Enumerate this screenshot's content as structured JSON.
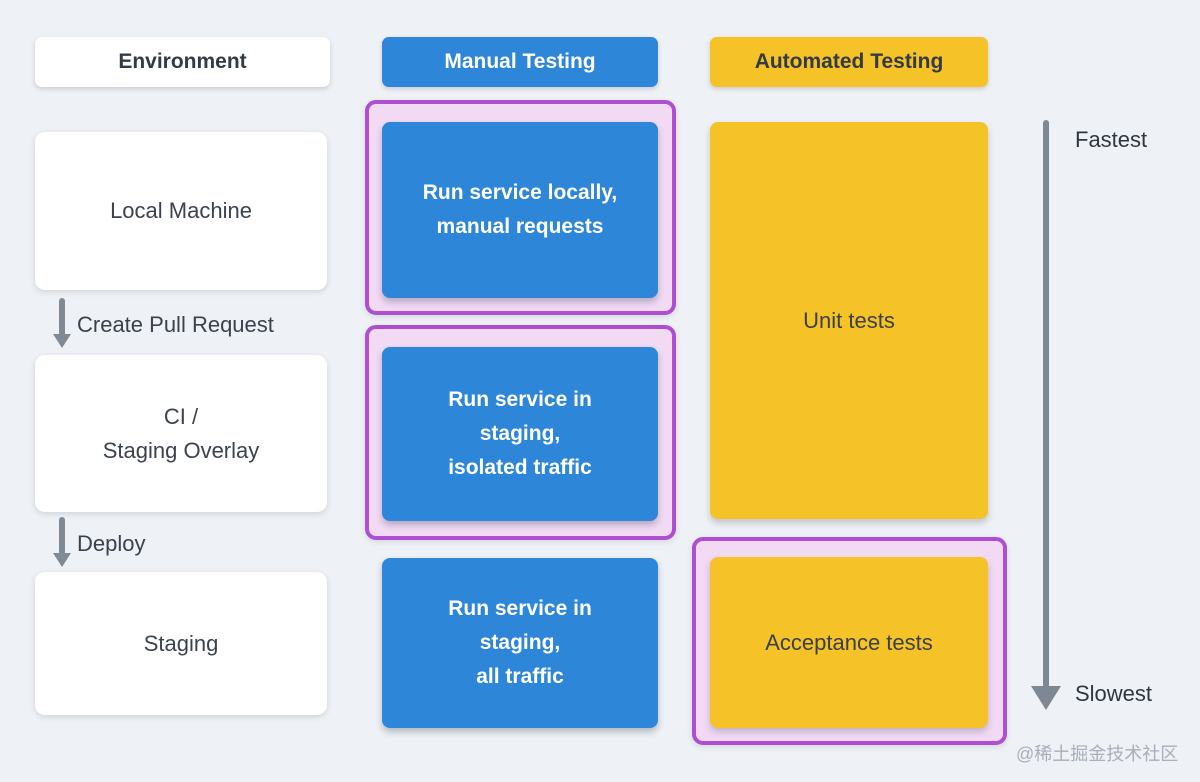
{
  "diagram": {
    "title_row": {
      "environment_header": "Environment",
      "manual_header": "Manual Testing",
      "automated_header": "Automated Testing"
    },
    "environment_nodes": [
      {
        "label": "Local Machine"
      },
      {
        "label": "CI /\nStaging Overlay"
      },
      {
        "label": "Staging"
      }
    ],
    "transitions": [
      {
        "label": "Create Pull Request"
      },
      {
        "label": "Deploy"
      }
    ],
    "manual_nodes": [
      {
        "label": "Run service locally,\nmanual requests",
        "highlighted": true
      },
      {
        "label": "Run service in\nstaging,\nisolated traffic",
        "highlighted": true
      },
      {
        "label": "Run service in\nstaging,\nall traffic",
        "highlighted": false
      }
    ],
    "automated_nodes": [
      {
        "label": "Unit tests",
        "highlighted": false
      },
      {
        "label": "Acceptance tests",
        "highlighted": true
      }
    ],
    "speed_axis": {
      "top_label": "Fastest",
      "bottom_label": "Slowest"
    },
    "watermark": "@稀土掘金技术社区",
    "colors": {
      "background": "#eef1f5",
      "manual_blue": "#2e86d8",
      "automated_yellow": "#f5c228",
      "highlight_border": "#ae4ed2",
      "highlight_fill": "#f2daf5",
      "arrow_gray": "#7e8894",
      "dark_text": "#333b46",
      "white_text": "#ffffff"
    }
  }
}
